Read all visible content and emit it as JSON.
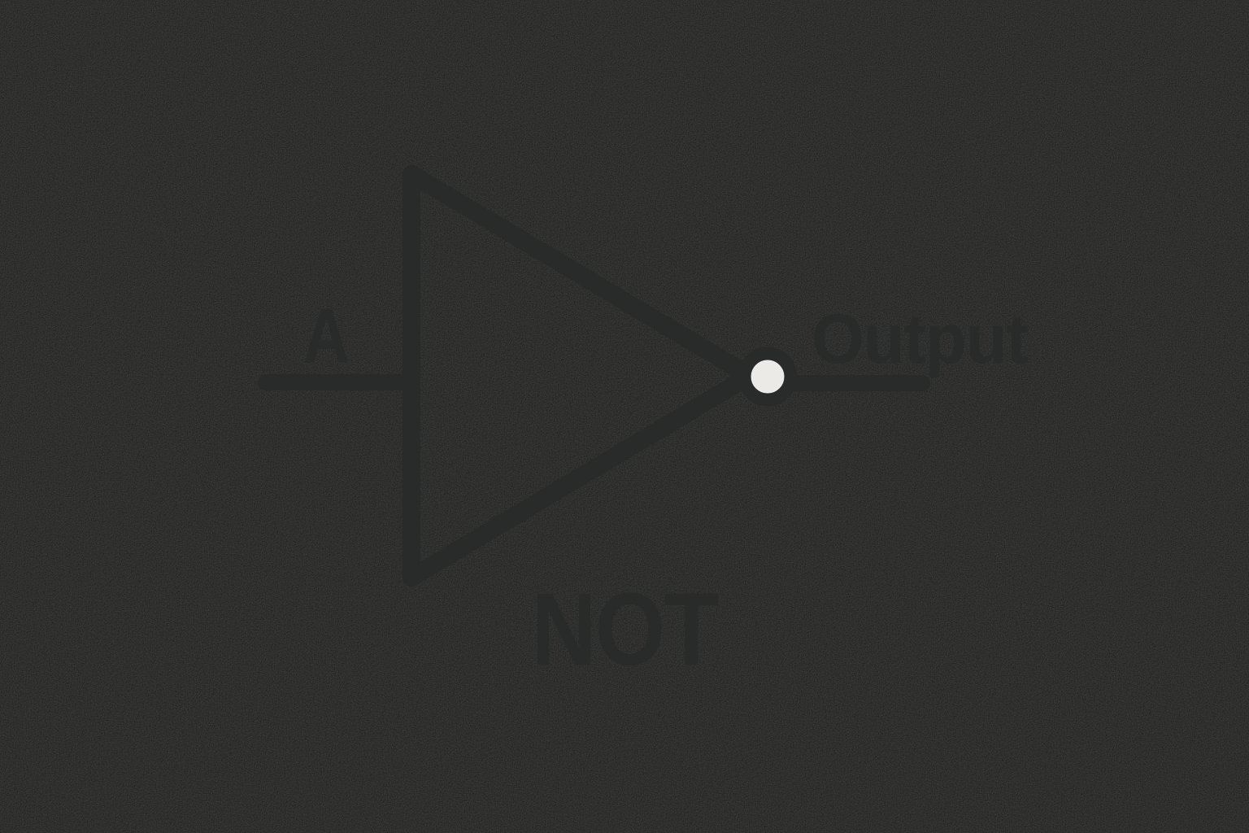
{
  "diagram": {
    "gate_type": "NOT",
    "input_label": "A",
    "output_label": "Output",
    "gate_label": "NOT"
  },
  "colors": {
    "background": "#ECEAE6",
    "line": "#282B2A",
    "text": "#282B2A"
  }
}
